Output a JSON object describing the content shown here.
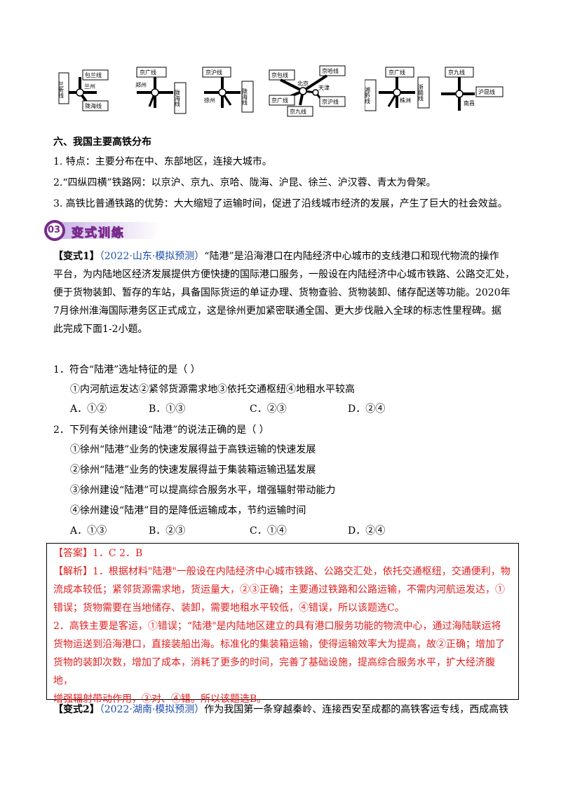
{
  "diagrams": [
    {
      "labels": [
        "兰新线",
        "包兰线",
        "兰州",
        "陇海线"
      ]
    },
    {
      "labels": [
        "京广线",
        "郑州",
        "陇海线"
      ]
    },
    {
      "labels": [
        "京沪线",
        "徐州",
        "陇海线"
      ]
    },
    {
      "labels": [
        "京包线",
        "北京",
        "京哈线",
        "天津",
        "京广线",
        "京沪线",
        "京九线"
      ]
    },
    {
      "labels": [
        "京广线",
        "湘黔线",
        "株洲",
        "浙赣线"
      ]
    },
    {
      "labels": [
        "京九线",
        "沪昆线",
        "南昌"
      ]
    }
  ],
  "section6": {
    "title": "六、我国主要高铁分布",
    "items": [
      "1. 特点：主要分布在中、东部地区，连接大城市。",
      "2.“四纵四横”铁路网：以京沪、京九、京哈、陇海、沪昆、徐兰、沪汉蓉、青太为骨架。",
      "3. 高铁比普通铁路的优势：大大缩短了运输时间，促进了沿线城市经济的发展，产生了巨大的社会效益。"
    ]
  },
  "banner": {
    "number": "03",
    "title": "变式训练"
  },
  "q1": {
    "tag": "【变式1】",
    "source": "（2022·山东·模拟预测）",
    "lines": [
      "“陆港”是沿海港口在内陆经济中心城市的支线港口和现代物流的操作",
      "平台，为内陆地区经济发展提供方便快捷的国际港口服务，一般设在内陆经济中心城市铁路、公路交汇处，",
      "便于货物装卸、暂存的车站，具备国际货运的单证办理、货物查验、货物装卸、储存配送等功能。2020年",
      "7月徐州淮海国际港务区正式成立，这是徐州更加紧密联通全国、更大步伐融入全球的标志性里程碑。据",
      "此完成下面1-2小题。"
    ]
  },
  "question1": {
    "stem": "1．符合“陆港”选址特征的是（   ）",
    "items": "①内河航运发达②紧邻货源需求地③依托交通枢纽④地租水平较高",
    "options": [
      "A．①②",
      "B．①③",
      "C．②③",
      "D．②④"
    ]
  },
  "question2": {
    "stem": "2．下列有关徐州建设“陆港”的说法正确的是（   ）",
    "items": [
      "①徐州“陆港”业务的快速发展得益于高铁运输的快速发展",
      "②徐州“陆港”业务的快速发展得益于集装箱运输迅猛发展",
      "③徐州建设“陆港”可以提高综合服务水平，增强辐射带动能力",
      "④徐州建设“陆港”目的是降低运输成本，节约运输时间"
    ],
    "options": [
      "A．①③",
      "B．②③",
      "C．①④",
      "D．②④"
    ]
  },
  "answer": {
    "line1": "【答案】1．C   2．B",
    "lines": [
      "【解析】1．根据材料\"陆港\"一般设在内陆经济中心城市铁路、公路交汇处，依托交通枢纽，交通便利，物",
      "流成本较低；紧邻货源需求地，货运量大，②③正确；主要通过铁路和公路运输，不需内河航运发达，①",
      "错误；货物需要在当地储存、装卸，需要地租水平较低，④错误，所以该题选C。",
      "2．高铁主要是客运，①错误；“陆港\"是内陆地区建立的具有港口服务功能的物流中心，通过海陆联运将",
      "货物运送到沿海港口，直接装船出海。标准化的集装箱运输，使得运输效率大为提高，故②正确；增加了",
      "货物的装卸次数，增加了成本，消耗了更多的时间，完善了基础设施，提高综合服务水平，扩大经济腹地，",
      "增强辐射带动作用，③对、④错。所以该题选B。"
    ]
  },
  "q2": {
    "tag": "【变式2】",
    "source": "（2022·湖南·模拟预测）",
    "text": "作为我国第一条穿越秦岭、连接西安至成都的高铁客运专线，西成高铁"
  },
  "colors": {
    "accent_red": "#e02020",
    "source_blue": "#1f4ea8",
    "banner_purple": "#7a2a8c"
  }
}
